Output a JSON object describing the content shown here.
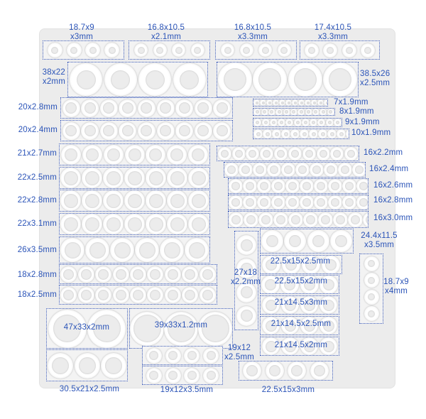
{
  "labels": {
    "s_18_7x9_3": "18.7x9\nx3mm",
    "s_16_8x10_5_2_1": "16.8x10.5\nx2.1mm",
    "s_16_8x10_5_3_3": "16.8x10.5\nx3.3mm",
    "s_17_4x10_5_3_3": "17.4x10.5\nx3.3mm",
    "s_38x22x2": "38x22\nx2mm",
    "s_38_5x26x2_5": "38.5x26\nx2.5mm",
    "s_20x2_8": "20x2.8mm",
    "s_20x2_4": "20x2.4mm",
    "s_21x2_7": "21x2.7mm",
    "s_22x2_5": "22x2.5mm",
    "s_22x2_8": "22x2.8mm",
    "s_22x3_1": "22x3.1mm",
    "s_26x3_5": "26x3.5mm",
    "s_18x2_8": "18x2.8mm",
    "s_18x2_5": "18x2.5mm",
    "s_7x1_9": "7x1.9mm",
    "s_8x1_9": "8x1.9mm",
    "s_9x1_9": "9x1.9mm",
    "s_10x1_9": "10x1.9mm",
    "s_16x2_2": "16x2.2mm",
    "s_16x2_4": "16x2.4mm",
    "s_16x2_6": "16x2.6mm",
    "s_16x2_8": "16x2.8mm",
    "s_16x3_0": "16x3.0mm",
    "s_24_4x11_5": "24.4x11.5\nx3.5mm",
    "s_27x18x2_2": "27x18\nx2.2mm",
    "s_22_5x15x2_5": "22.5x15x2.5mm",
    "s_22_5x15x2": "22.5x15x2mm",
    "s_21x14_5x3": "21x14.5x3mm",
    "s_21x14_5x2_5": "21x14.5x2.5mm",
    "s_21x14_5x2": "21x14.5x2mm",
    "s_18_7x9x4": "18.7x9\nx4mm",
    "s_47x33x2": "47x33x2mm",
    "s_39x33x1_2": "39x33x1.2mm",
    "s_19x12x2_5": "19x12\nx2.5mm",
    "s_30_5x21x2_5": "30.5x21x2.5mm",
    "s_19x12x3_5": "19x12x3.5mm",
    "s_22_5x15x3": "22.5x15x3mm"
  }
}
